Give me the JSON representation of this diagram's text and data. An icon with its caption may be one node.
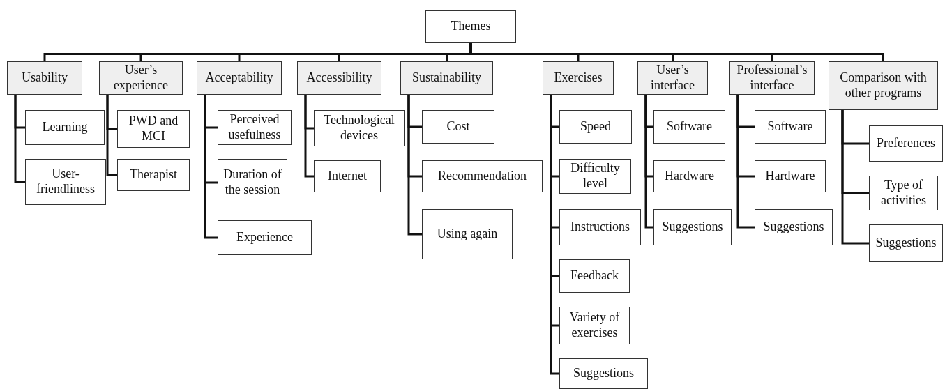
{
  "diagram": {
    "nodes": [
      {
        "text": [
          "Themes"
        ]
      },
      {
        "text": [
          "Usability"
        ]
      },
      {
        "text": [
          "Learning"
        ]
      },
      {
        "text": [
          "User-friendliness"
        ]
      },
      {
        "text": [
          "User’s experience"
        ]
      },
      {
        "text": [
          "PWD and MCI"
        ]
      },
      {
        "text": [
          "Therapist"
        ]
      },
      {
        "text": [
          "Acceptability"
        ]
      },
      {
        "text": [
          "Perceived usefulness"
        ]
      },
      {
        "text": [
          "Duration of the session"
        ]
      },
      {
        "text": [
          "Experience"
        ]
      },
      {
        "text": [
          "Accessibility"
        ]
      },
      {
        "text": [
          "Technological devices"
        ]
      },
      {
        "text": [
          "Internet"
        ]
      },
      {
        "text": [
          "Sustainability"
        ]
      },
      {
        "text": [
          "Cost"
        ]
      },
      {
        "text": [
          "Recommendation"
        ]
      },
      {
        "text": [
          "Using again"
        ]
      },
      {
        "text": [
          "Exercises"
        ]
      },
      {
        "text": [
          "Speed"
        ]
      },
      {
        "text": [
          "Difficulty level"
        ]
      },
      {
        "text": [
          "Instructions"
        ]
      },
      {
        "text": [
          "Feedback"
        ]
      },
      {
        "text": [
          "Variety of exercises"
        ]
      },
      {
        "text": [
          "Suggestions"
        ]
      },
      {
        "text": [
          "User’s interface"
        ]
      },
      {
        "text": [
          "Software"
        ]
      },
      {
        "text": [
          "Hardware"
        ]
      },
      {
        "text": [
          "Suggestions"
        ]
      },
      {
        "text": [
          "Professional’s interface"
        ]
      },
      {
        "text": [
          "Software"
        ]
      },
      {
        "text": [
          "Hardware"
        ]
      },
      {
        "text": [
          "Suggestions"
        ]
      },
      {
        "text": [
          "Comparison with other programs"
        ]
      },
      {
        "text": [
          "Preferences"
        ]
      },
      {
        "text": [
          "Type of activities"
        ]
      },
      {
        "text": [
          "Suggestions"
        ]
      }
    ],
    "edges": [
      {
        "from": 0,
        "to": 1,
        "arrow": "none"
      },
      {
        "from": 0,
        "to": 4,
        "arrow": "none"
      },
      {
        "from": 0,
        "to": 7,
        "arrow": "none"
      },
      {
        "from": 0,
        "to": 11,
        "arrow": "none"
      },
      {
        "from": 0,
        "to": 14,
        "arrow": "none"
      },
      {
        "from": 0,
        "to": 18,
        "arrow": "none"
      },
      {
        "from": 0,
        "to": 25,
        "arrow": "none"
      },
      {
        "from": 0,
        "to": 29,
        "arrow": "none"
      },
      {
        "from": 0,
        "to": 33,
        "arrow": "none"
      },
      {
        "from": 1,
        "to": 2,
        "arrow": "none"
      },
      {
        "from": 1,
        "to": 3,
        "arrow": "none"
      },
      {
        "from": 4,
        "to": 5,
        "arrow": "none"
      },
      {
        "from": 4,
        "to": 6,
        "arrow": "none"
      },
      {
        "from": 7,
        "to": 8,
        "arrow": "none"
      },
      {
        "from": 7,
        "to": 9,
        "arrow": "none"
      },
      {
        "from": 7,
        "to": 10,
        "arrow": "none"
      },
      {
        "from": 11,
        "to": 12,
        "arrow": "none"
      },
      {
        "from": 11,
        "to": 13,
        "arrow": "none"
      },
      {
        "from": 14,
        "to": 15,
        "arrow": "none"
      },
      {
        "from": 14,
        "to": 16,
        "arrow": "none"
      },
      {
        "from": 14,
        "to": 17,
        "arrow": "none"
      },
      {
        "from": 18,
        "to": 19,
        "arrow": "none"
      },
      {
        "from": 18,
        "to": 20,
        "arrow": "none"
      },
      {
        "from": 18,
        "to": 21,
        "arrow": "none"
      },
      {
        "from": 18,
        "to": 22,
        "arrow": "none"
      },
      {
        "from": 18,
        "to": 23,
        "arrow": "none"
      },
      {
        "from": 18,
        "to": 24,
        "arrow": "none"
      },
      {
        "from": 25,
        "to": 26,
        "arrow": "none"
      },
      {
        "from": 25,
        "to": 27,
        "arrow": "none"
      },
      {
        "from": 25,
        "to": 28,
        "arrow": "none"
      },
      {
        "from": 29,
        "to": 30,
        "arrow": "none"
      },
      {
        "from": 29,
        "to": 31,
        "arrow": "none"
      },
      {
        "from": 29,
        "to": 32,
        "arrow": "none"
      },
      {
        "from": 33,
        "to": 34,
        "arrow": "none"
      },
      {
        "from": 33,
        "to": 35,
        "arrow": "none"
      },
      {
        "from": 33,
        "to": 36,
        "arrow": "none"
      }
    ]
  }
}
